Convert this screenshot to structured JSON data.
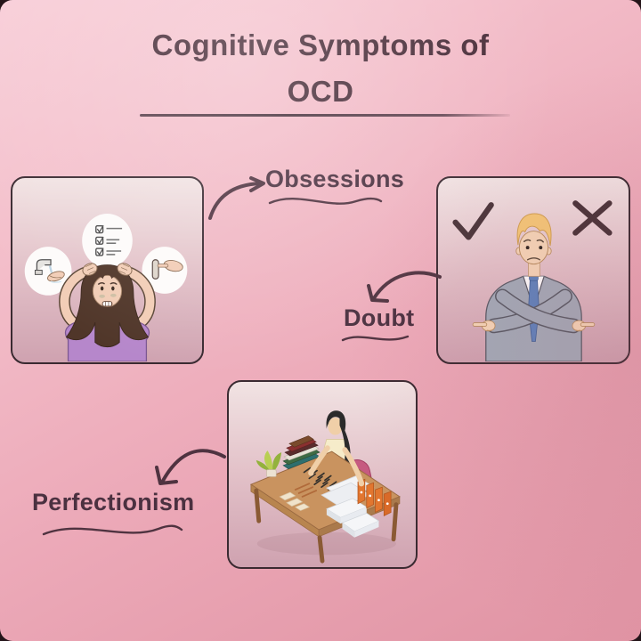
{
  "header": {
    "title_line1": "Cognitive Symptoms of",
    "title_line2": "OCD"
  },
  "labels": {
    "obsessions": "Obsessions",
    "doubt": "Doubt",
    "perfectionism": "Perfectionism"
  },
  "cards": [
    {
      "id": "obsessions",
      "illustration": "anxious woman clutching her head with three thought bubbles: checklist, running faucet with hand washing, hand touching a door handle"
    },
    {
      "id": "doubt",
      "illustration": "confused man in gray suit with crossed arms pointing both directions between a check mark and a cross mark"
    },
    {
      "id": "perfectionism",
      "illustration": "woman at a desk neatly arranging books, pens, papers and binders"
    }
  ],
  "colors": {
    "background_top": "#f8ced8",
    "background_bottom": "#e093a3",
    "title_text": "#4a2e3a",
    "label_text": "#4b3140",
    "arrow_stroke": "#4f3340",
    "card_border": "#3a2a31",
    "card_top": "#f1e3e3",
    "card_bottom": "#cfa2b0",
    "shirt_purple": "#b687cb",
    "suit_gray": "#a2abb8",
    "tie_blue": "#5d83bd",
    "binder_orange": "#e2762f",
    "desk_brown": "#c9935f",
    "chair_pink": "#c65a80"
  }
}
